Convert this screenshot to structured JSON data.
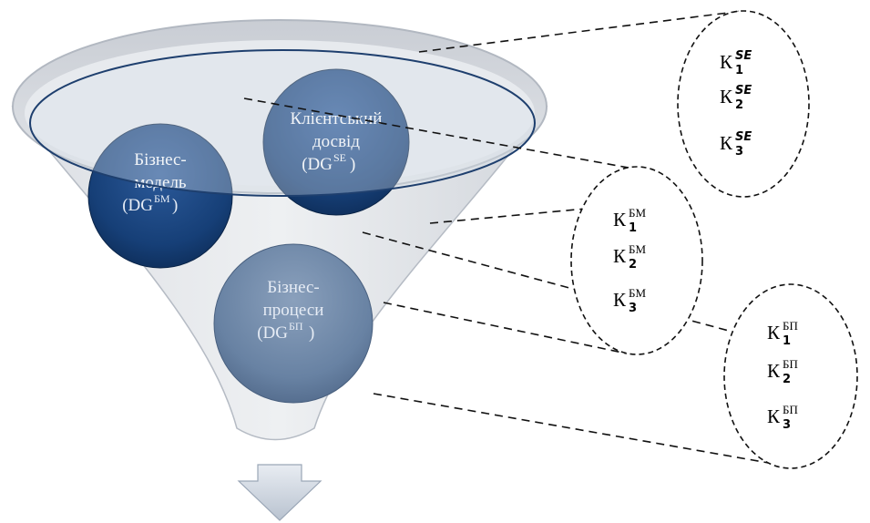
{
  "funnel": {
    "circles": [
      {
        "id": "business-model",
        "lines": [
          "Бізнес-",
          "модель",
          "(DG"
        ],
        "sup": "БМ",
        "close": ")"
      },
      {
        "id": "client-experience",
        "lines": [
          "Клієнтський",
          "досвід",
          "(DG"
        ],
        "sup": "SE",
        "close": ")"
      },
      {
        "id": "business-processes",
        "lines": [
          "Бізнес-",
          "процеси",
          "(DG"
        ],
        "sup": "БП",
        "close": ")"
      }
    ]
  },
  "metric_groups": [
    {
      "id": "se",
      "base": "К",
      "sup": "SE",
      "subs": [
        "1",
        "2",
        "3"
      ]
    },
    {
      "id": "bm",
      "base": "К",
      "sup": "БМ",
      "subs": [
        "1",
        "2",
        "3"
      ]
    },
    {
      "id": "bp",
      "base": "К",
      "sup": "БП",
      "subs": [
        "1",
        "2",
        "3"
      ]
    }
  ]
}
